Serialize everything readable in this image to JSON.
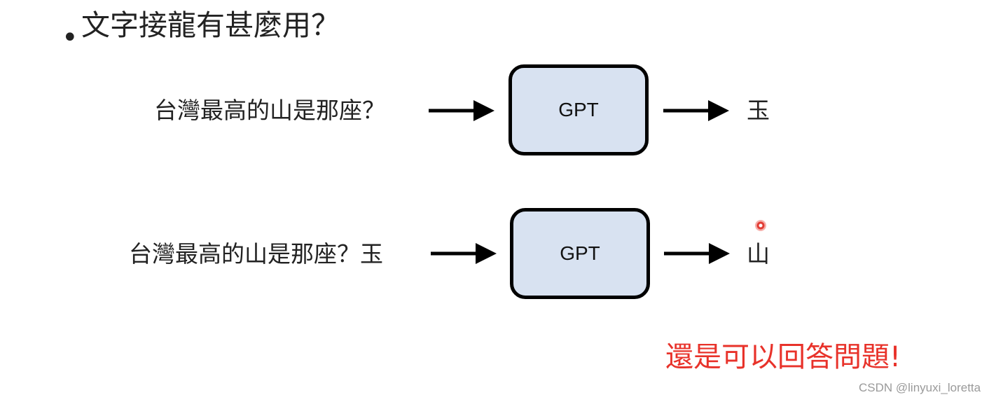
{
  "slide": {
    "bullet": "•",
    "title": "文字接龍有甚麼用？"
  },
  "rows": [
    {
      "input": "台灣最高的山是那座？",
      "model": "GPT",
      "output": "玉"
    },
    {
      "input": "台灣最高的山是那座？玉",
      "model": "GPT",
      "output": "山"
    }
  ],
  "note": "還是可以回答問題!",
  "watermark": "CSDN @linyuxi_loretta",
  "colors": {
    "box_fill": "#d8e2f1",
    "box_border": "#000000",
    "note": "#e8322a"
  }
}
